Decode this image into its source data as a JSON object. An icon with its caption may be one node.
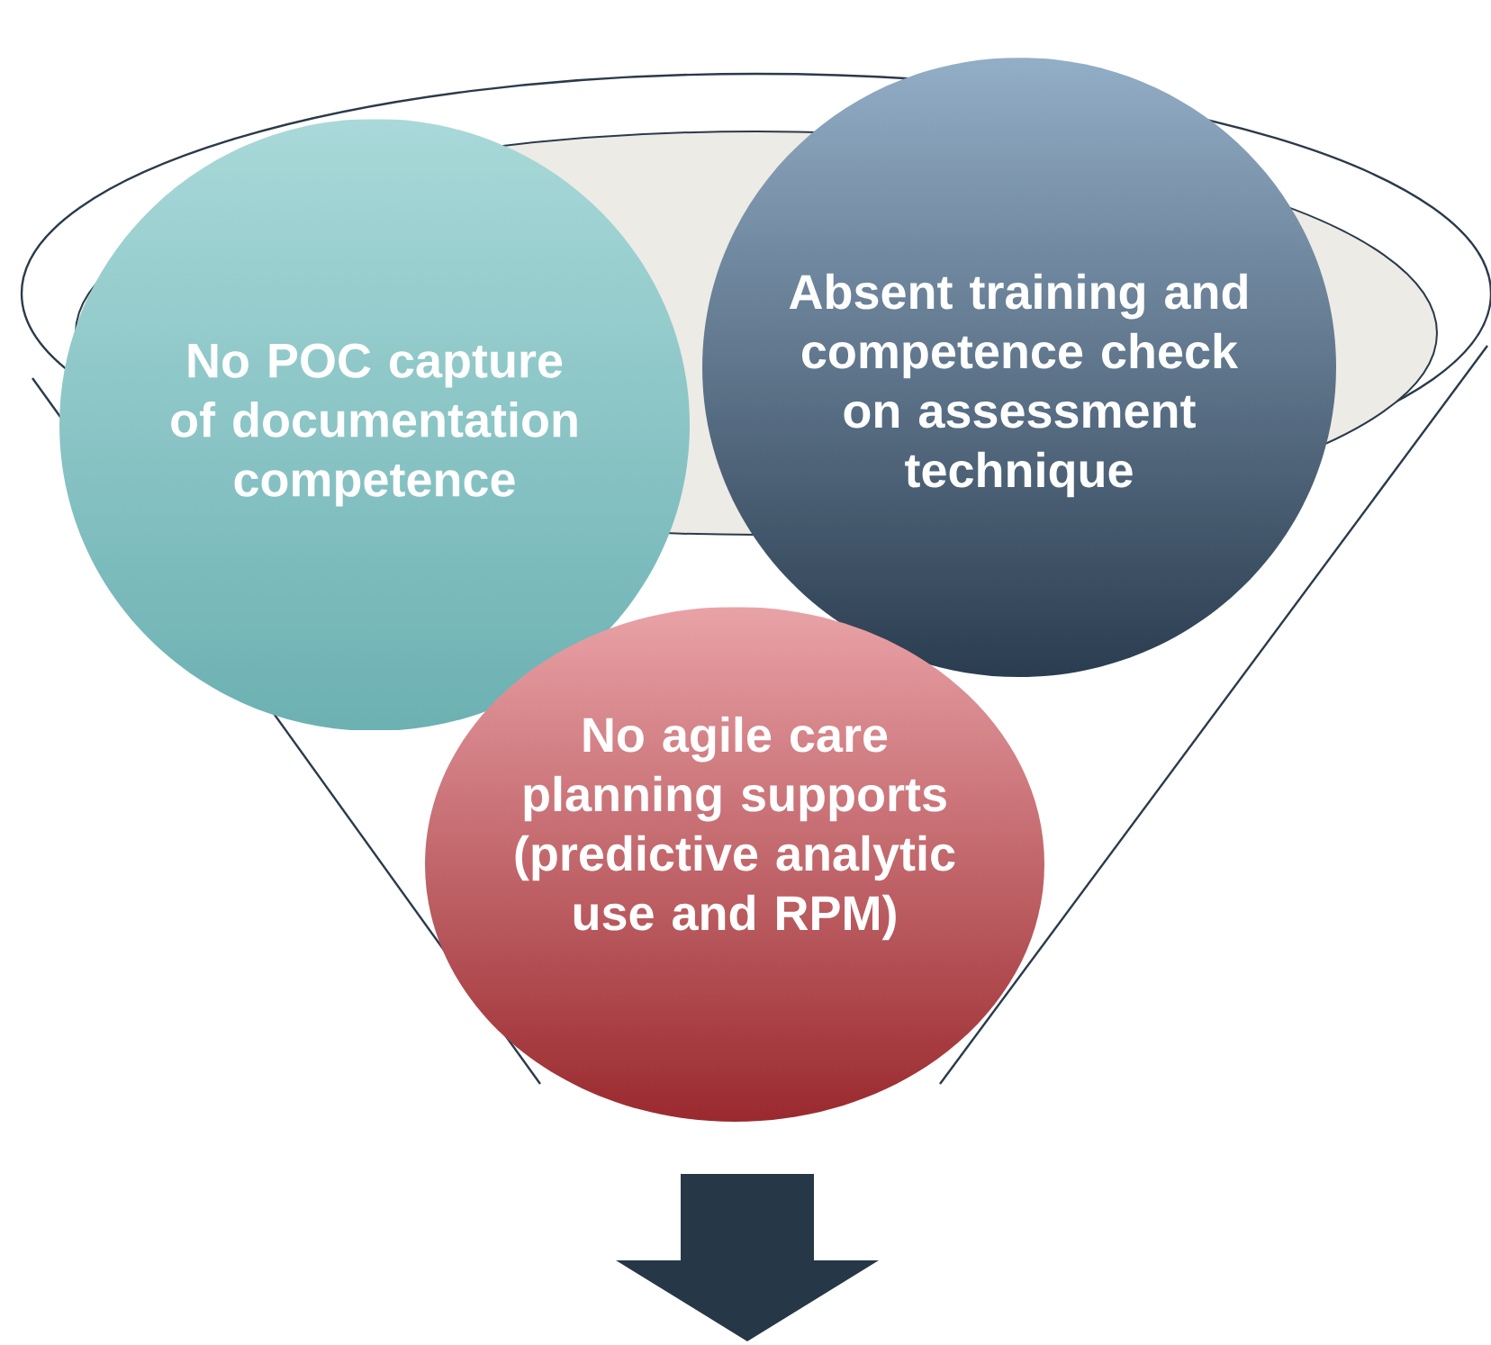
{
  "diagram": {
    "nodes": [
      {
        "text": [
          "No POC capture of documentation competence"
        ]
      },
      {
        "text": [
          "Absent training and competence check on assessment technique"
        ]
      },
      {
        "text": [
          "No agile care planning supports (predictive analytic use and RPM)"
        ]
      }
    ]
  }
}
